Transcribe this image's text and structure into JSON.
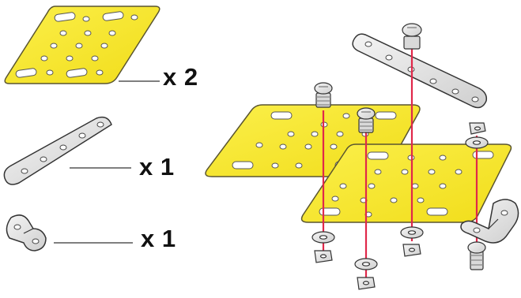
{
  "parts_list": [
    {
      "part": "flat-plate",
      "quantity_label": "x 2"
    },
    {
      "part": "strip",
      "quantity_label": "x 1"
    },
    {
      "part": "angle-bracket",
      "quantity_label": "x 1"
    }
  ],
  "colors": {
    "plate": "#f7e82a",
    "plate_outline": "#5a5530",
    "metal": "#e6e6e6",
    "metal_outline": "#333333",
    "assembly_line": "#e0284a",
    "text": "#111111"
  }
}
